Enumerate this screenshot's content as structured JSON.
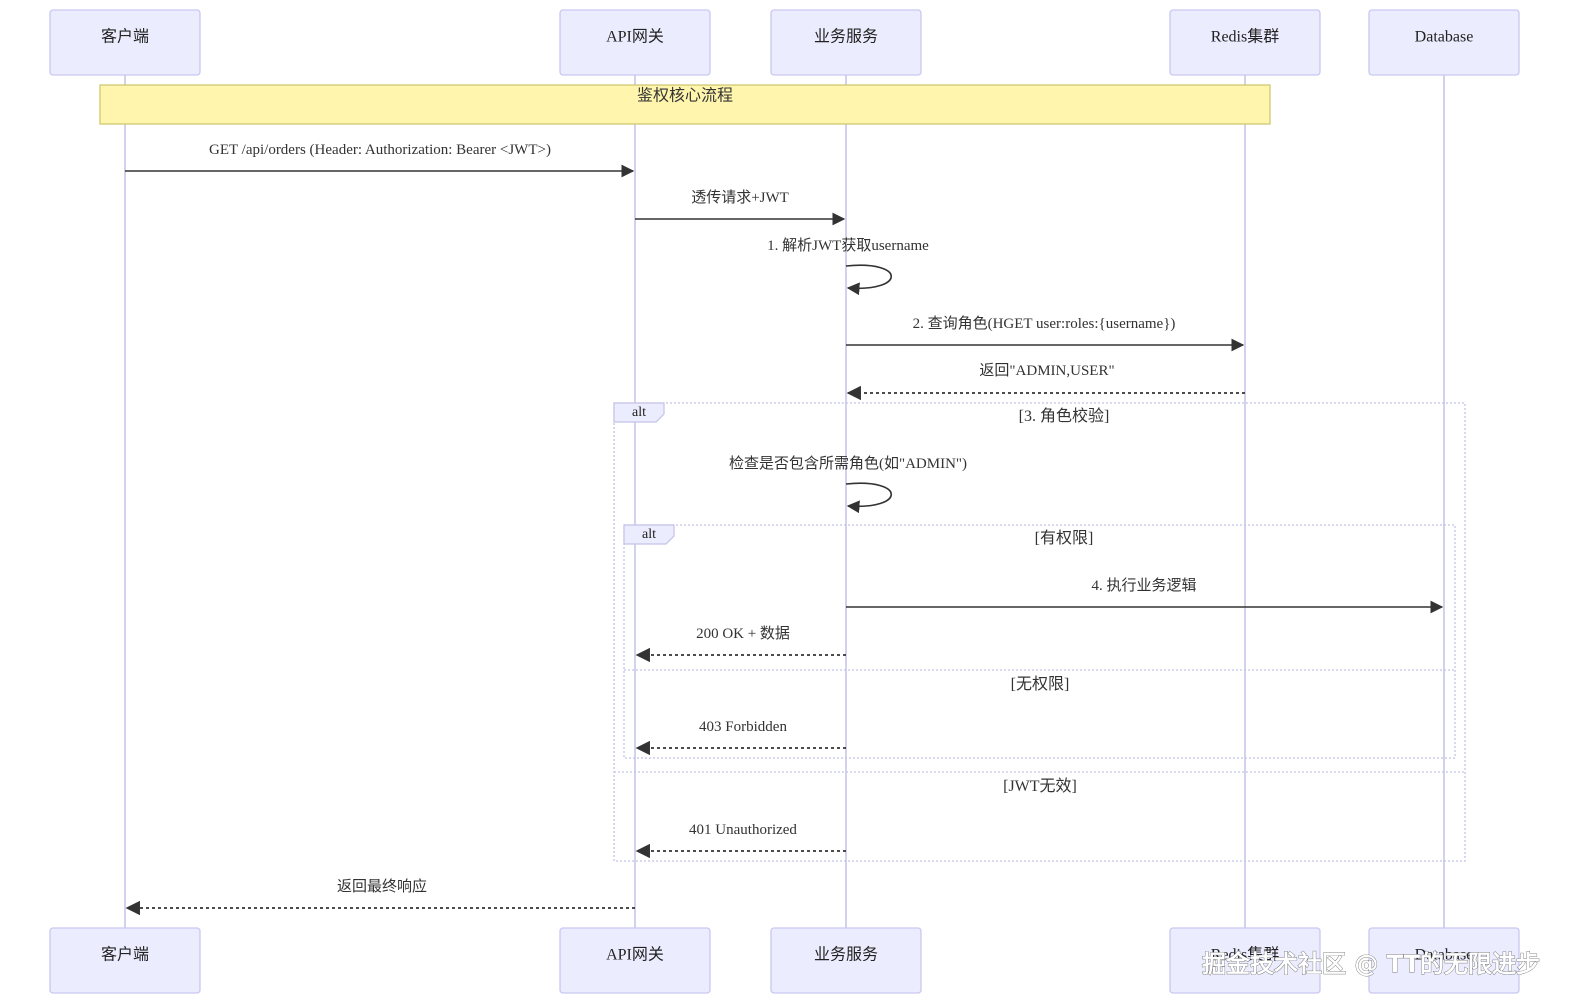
{
  "actors": [
    {
      "id": "client",
      "label": "客户端"
    },
    {
      "id": "gateway",
      "label": "API网关"
    },
    {
      "id": "service",
      "label": "业务服务"
    },
    {
      "id": "redis",
      "label": "Redis集群"
    },
    {
      "id": "db",
      "label": "Database"
    }
  ],
  "note": {
    "text": "鉴权核心流程"
  },
  "messages": [
    {
      "id": "m1",
      "text": "GET /api/orders (Header: Authorization: Bearer <JWT>)",
      "from": "client",
      "to": "gateway",
      "style": "solid"
    },
    {
      "id": "m2",
      "text": "透传请求+JWT",
      "from": "gateway",
      "to": "service",
      "style": "solid"
    },
    {
      "id": "m3",
      "text": "1. 解析JWT获取username",
      "from": "service",
      "to": "service",
      "style": "self"
    },
    {
      "id": "m4",
      "text": "2. 查询角色(HGET user:roles:{username})",
      "from": "service",
      "to": "redis",
      "style": "solid"
    },
    {
      "id": "m5",
      "text": "返回\"ADMIN,USER\"",
      "from": "redis",
      "to": "service",
      "style": "dashed"
    },
    {
      "id": "m6",
      "text": "检查是否包含所需角色(如\"ADMIN\")",
      "from": "service",
      "to": "service",
      "style": "self"
    },
    {
      "id": "m7",
      "text": "4. 执行业务逻辑",
      "from": "service",
      "to": "db",
      "style": "solid"
    },
    {
      "id": "m8",
      "text": "200 OK + 数据",
      "from": "service",
      "to": "gateway",
      "style": "dashed"
    },
    {
      "id": "m9",
      "text": "403 Forbidden",
      "from": "service",
      "to": "gateway",
      "style": "dashed"
    },
    {
      "id": "m10",
      "text": "401 Unauthorized",
      "from": "service",
      "to": "gateway",
      "style": "dashed"
    },
    {
      "id": "m11",
      "text": "返回最终响应",
      "from": "gateway",
      "to": "client",
      "style": "dashed"
    }
  ],
  "fragments": {
    "outer": {
      "label": "alt",
      "condition": "[3. 角色校验]",
      "else_condition": "[JWT无效]"
    },
    "inner": {
      "label": "alt",
      "condition": "[有权限]",
      "else_condition": "[无权限]"
    }
  },
  "watermark": "掘金技术社区 @ TT的无限进步",
  "colors": {
    "actor_fill": "#ECECFF",
    "actor_stroke": "#C9C8F2",
    "note_fill": "#FFF5AD",
    "line": "#333333"
  }
}
